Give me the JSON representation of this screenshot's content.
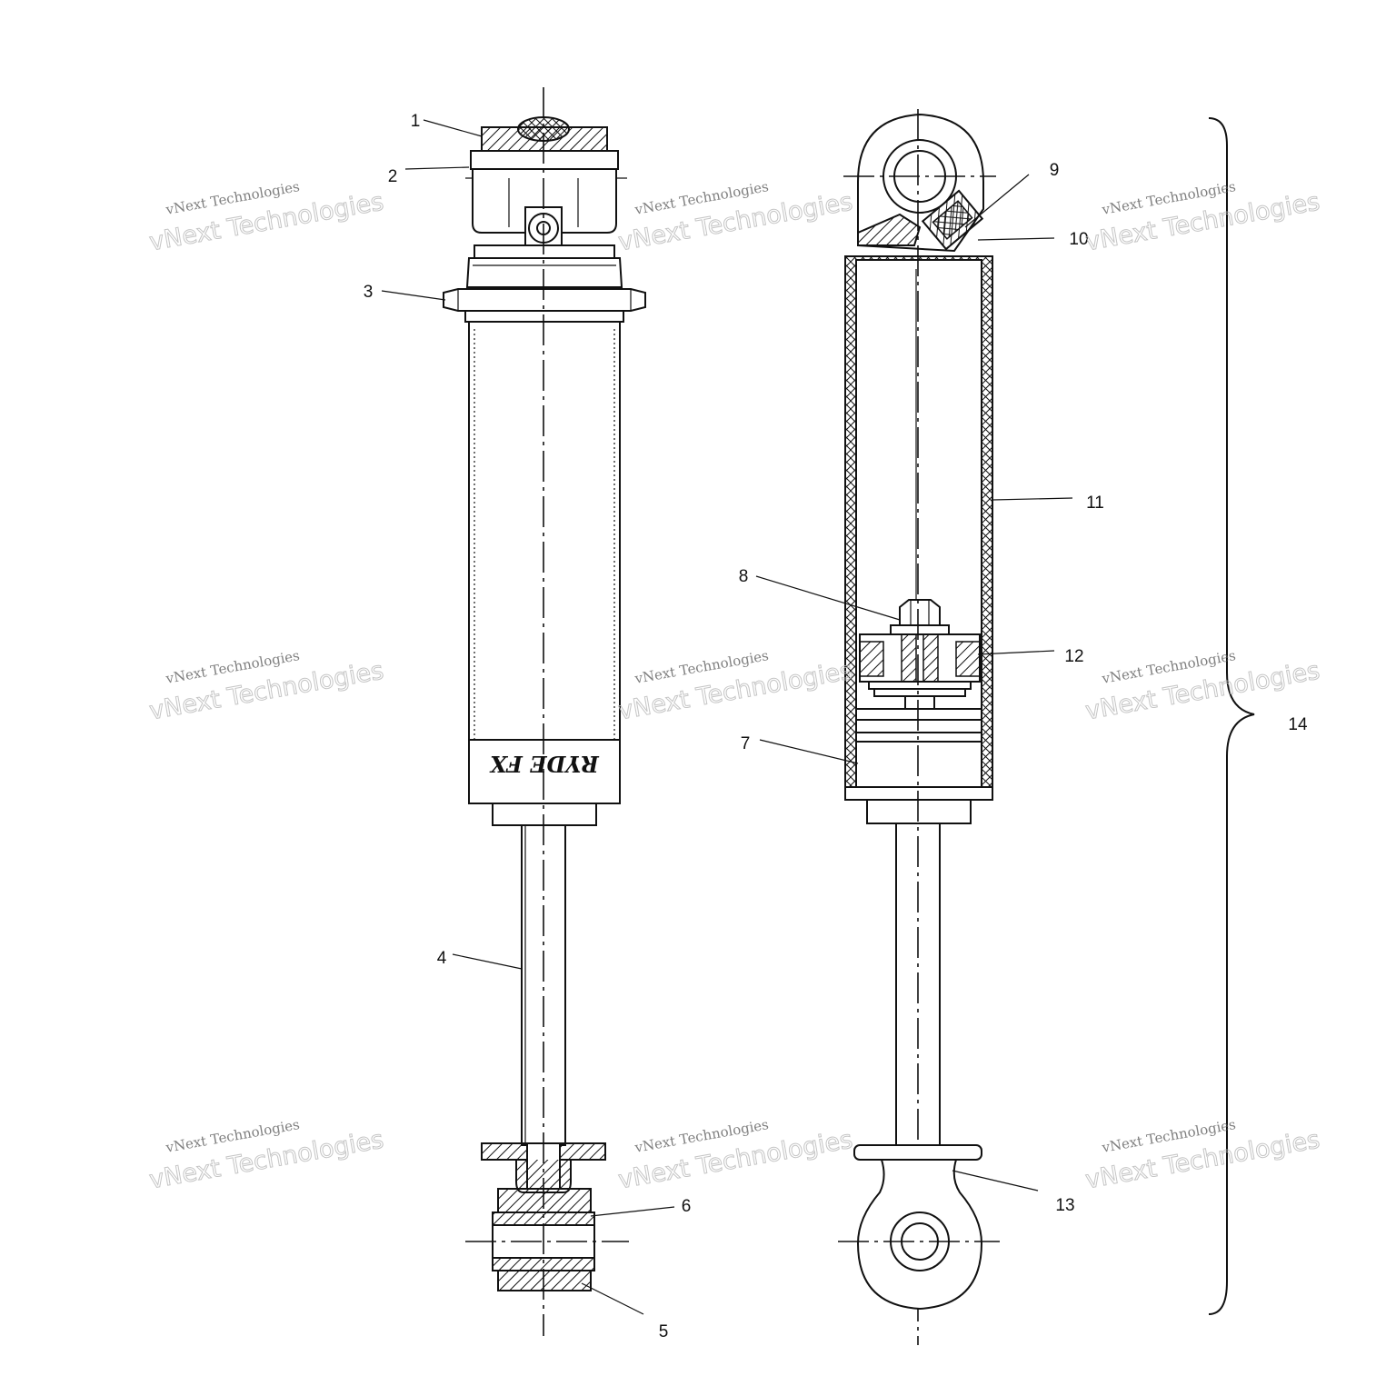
{
  "diagram": {
    "callouts": [
      {
        "id": "1",
        "text": "1"
      },
      {
        "id": "2",
        "text": "2"
      },
      {
        "id": "3",
        "text": "3"
      },
      {
        "id": "4",
        "text": "4"
      },
      {
        "id": "5",
        "text": "5"
      },
      {
        "id": "6",
        "text": "6"
      },
      {
        "id": "7",
        "text": "7"
      },
      {
        "id": "8",
        "text": "8"
      },
      {
        "id": "9",
        "text": "9"
      },
      {
        "id": "10",
        "text": "10"
      },
      {
        "id": "11",
        "text": "11"
      },
      {
        "id": "12",
        "text": "12"
      },
      {
        "id": "13",
        "text": "13"
      },
      {
        "id": "14",
        "text": "14"
      }
    ],
    "brand_mark": "RYDE FX",
    "watermark": {
      "line1": "vNext Technologies",
      "line2": "vNext Technologies"
    }
  }
}
